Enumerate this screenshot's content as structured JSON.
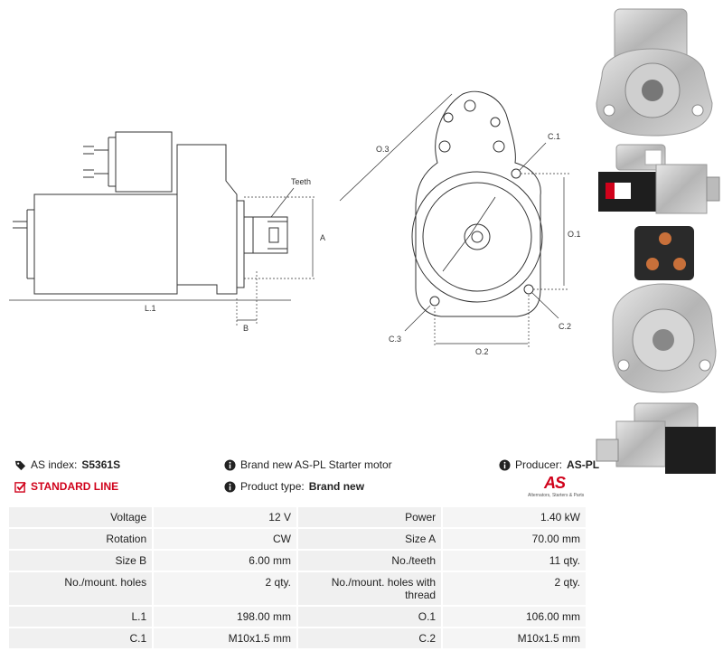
{
  "drawing": {
    "labels": {
      "teeth": "Teeth",
      "a": "A",
      "l1": "L.1",
      "b": "B",
      "o3": "O.3",
      "c1": "C.1",
      "o1": "O.1",
      "c2": "C.2",
      "c3": "C.3",
      "o2": "O.2"
    }
  },
  "info": {
    "as_index_label": "AS index:",
    "as_index_value": "S5361S",
    "standard_line": "STANDARD LINE",
    "brand_text": "Brand new AS-PL Starter motor",
    "product_type_label": "Product type:",
    "product_type_value": "Brand new",
    "producer_label": "Producer:",
    "producer_value": "AS-PL"
  },
  "logo": {
    "mark": "AS",
    "tagline": "Alternators, Starters & Parts"
  },
  "specs": [
    [
      {
        "k": "Voltage",
        "v": "12 V"
      },
      {
        "k": "Power",
        "v": "1.40 kW"
      }
    ],
    [
      {
        "k": "Rotation",
        "v": "CW"
      },
      {
        "k": "Size A",
        "v": "70.00 mm"
      }
    ],
    [
      {
        "k": "Size B",
        "v": "6.00 mm"
      },
      {
        "k": "No./teeth",
        "v": "11 qty."
      }
    ],
    [
      {
        "k": "No./mount. holes",
        "v": "2 qty."
      },
      {
        "k": "No./mount. holes with thread",
        "v": "2 qty."
      }
    ],
    [
      {
        "k": "L.1",
        "v": "198.00 mm"
      },
      {
        "k": "O.1",
        "v": "106.00 mm"
      }
    ],
    [
      {
        "k": "C.1",
        "v": "M10x1.5 mm"
      },
      {
        "k": "C.2",
        "v": "M10x1.5 mm"
      }
    ]
  ],
  "colors": {
    "accent_red": "#d0021b",
    "line": "#333333",
    "cell_bg": "#f0f0f0"
  }
}
